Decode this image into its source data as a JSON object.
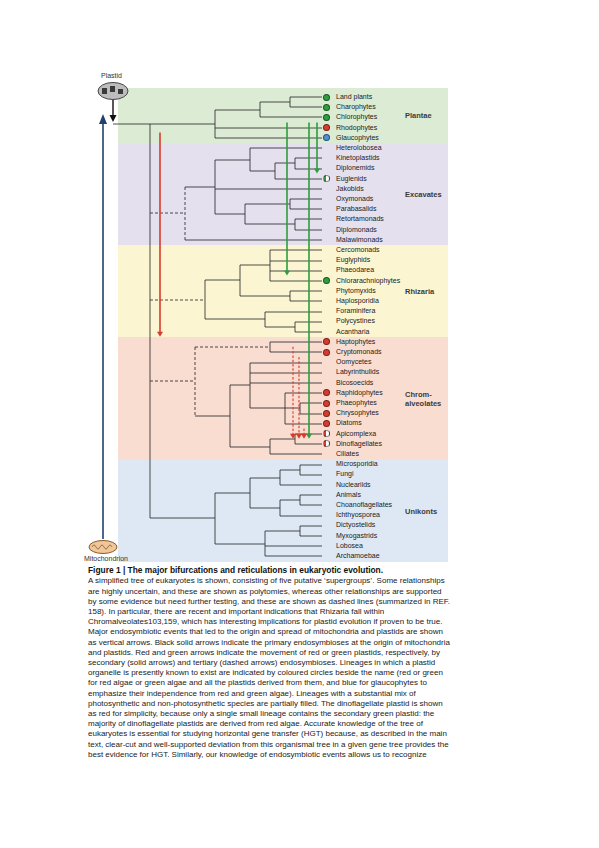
{
  "diagram": {
    "title": "Figure 1 | The major bifurcations and reticulations in eukaryotic evolution.",
    "caption": "A simplified tree of eukaryotes is shown, consisting of five putative ‘supergroups’. Some relationships are highly uncertain, and these are shown as polytomies, whereas other relationships are supported by some evidence but need further testing, and these are shown as dashed lines (summarized in REF. 158). In particular, there are recent and important indications that Rhizaria fall within Chromalveolates103,159, which has interesting implications for plastid evolution if proven to be true. Major endosymbiotic events that led to the origin and spread of mitochondria and plastids are shown as vertical arrows. Black solid arrows indicate the primary endosymbioses at the origin of mitochondria and plastids. Red and green arrows indicate the movement of red or green plastids, respectively, by secondary (solid arrows) and tertiary (dashed arrows) endosymbioses. Lineages in which a plastid organelle is presently known to exist are indicated by coloured circles beside the name (red or green for red algae or green algae and all the plastids derived from them, and blue for glaucophytes to emphasize their independence from red and green algae). Lineages with a substantial mix of photosynthetic and non-photosynthetic species are partially filled. The dinoflagellate plastid is shown as red for simplicity, because only a single small lineage contains the secondary green plastid: the majority of dinoflagellate plastids are derived from red algae. Accurate knowledge of the tree of eukaryotes is essential for studying horizontal gene transfer (HGT) because, as described in the main text, clear-cut and well-supported deviation from this organismal tree in a given gene tree provides the best evidence for HGT. Similarly, our knowledge of endosymbiotic events allows us to recognize",
    "nodes": [
      {
        "text": [
          "Plantae"
        ]
      },
      {
        "text": [
          "Land plants"
        ],
        "in": 0
      },
      {
        "text": [
          "Charophytes"
        ],
        "in": 0
      },
      {
        "text": [
          "Chlorophytes"
        ],
        "in": 0
      },
      {
        "text": [
          "Rhodophytes"
        ],
        "in": 0
      },
      {
        "text": [
          "Glaucophytes"
        ],
        "in": 0
      },
      {
        "text": [
          "Excavates"
        ]
      },
      {
        "text": [
          "Heterolobosea"
        ],
        "in": 6
      },
      {
        "text": [
          "Kinetoplastids"
        ],
        "in": 6
      },
      {
        "text": [
          "Diplonemids"
        ],
        "in": 6
      },
      {
        "text": [
          "Euglenids"
        ],
        "in": 6
      },
      {
        "text": [
          "Jakobids"
        ],
        "in": 6
      },
      {
        "text": [
          "Oxymonads"
        ],
        "in": 6
      },
      {
        "text": [
          "Parabasalids"
        ],
        "in": 6
      },
      {
        "text": [
          "Retortamonads"
        ],
        "in": 6
      },
      {
        "text": [
          "Diplomonads"
        ],
        "in": 6
      },
      {
        "text": [
          "Malawimonads"
        ],
        "in": 6
      },
      {
        "text": [
          "Rhizaria"
        ]
      },
      {
        "text": [
          "Cercomonads"
        ],
        "in": 17
      },
      {
        "text": [
          "Euglyphids"
        ],
        "in": 17
      },
      {
        "text": [
          "Phaeodarea"
        ],
        "in": 17
      },
      {
        "text": [
          "Chlorarachniophytes"
        ],
        "in": 17
      },
      {
        "text": [
          "Phytomyxids"
        ],
        "in": 17
      },
      {
        "text": [
          "Haplosporidia"
        ],
        "in": 17
      },
      {
        "text": [
          "Foraminifera"
        ],
        "in": 17
      },
      {
        "text": [
          "Polycystines"
        ],
        "in": 17
      },
      {
        "text": [
          "Acantharia"
        ],
        "in": 17
      },
      {
        "text": [
          "Chrom- alveolates"
        ]
      },
      {
        "text": [
          "Haptophytes"
        ],
        "in": 27
      },
      {
        "text": [
          "Cryptomonads"
        ],
        "in": 27
      },
      {
        "text": [
          "Oomycetes"
        ],
        "in": 27
      },
      {
        "text": [
          "Labyrinthulids"
        ],
        "in": 27
      },
      {
        "text": [
          "Bicosoecids"
        ],
        "in": 27
      },
      {
        "text": [
          "Raphidophytes"
        ],
        "in": 27
      },
      {
        "text": [
          "Phaeophytes"
        ],
        "in": 27
      },
      {
        "text": [
          "Chrysophytes"
        ],
        "in": 27
      },
      {
        "text": [
          "Diatoms"
        ],
        "in": 27
      },
      {
        "text": [
          "Apicomplexa"
        ],
        "in": 27
      },
      {
        "text": [
          "Dinoflagellates"
        ],
        "in": 27
      },
      {
        "text": [
          "Ciliates"
        ],
        "in": 27
      },
      {
        "text": [
          "Unikonts"
        ]
      },
      {
        "text": [
          "Microsporidia"
        ],
        "in": 40
      },
      {
        "text": [
          "Fungi"
        ],
        "in": 40
      },
      {
        "text": [
          "Nucleariids"
        ],
        "in": 40
      },
      {
        "text": [
          "Animals"
        ],
        "in": 40
      },
      {
        "text": [
          "Choanoflagellates"
        ],
        "in": 40
      },
      {
        "text": [
          "Ichthyosporea"
        ],
        "in": 40
      },
      {
        "text": [
          "Dictyostelids"
        ],
        "in": 40
      },
      {
        "text": [
          "Myxogastrids"
        ],
        "in": 40
      },
      {
        "text": [
          "Lobosea"
        ],
        "in": 40
      },
      {
        "text": [
          "Archamoebae"
        ],
        "in": 40
      }
    ],
    "edges": [
      {
        "from": 4,
        "to": 28,
        "arrow": "to"
      },
      {
        "from": 3,
        "to": 10,
        "arrow": "to"
      },
      {
        "from": 3,
        "to": 21,
        "arrow": "to"
      },
      {
        "from": 3,
        "to": 38,
        "arrow": "to"
      },
      {
        "from": 28,
        "to": 38,
        "arrow": "to"
      },
      {
        "from": 29,
        "to": 38,
        "arrow": "to"
      },
      {
        "from": 36,
        "to": 38,
        "arrow": "to"
      }
    ],
    "labels": [
      "Plastid",
      "Mitochondrion"
    ]
  }
}
